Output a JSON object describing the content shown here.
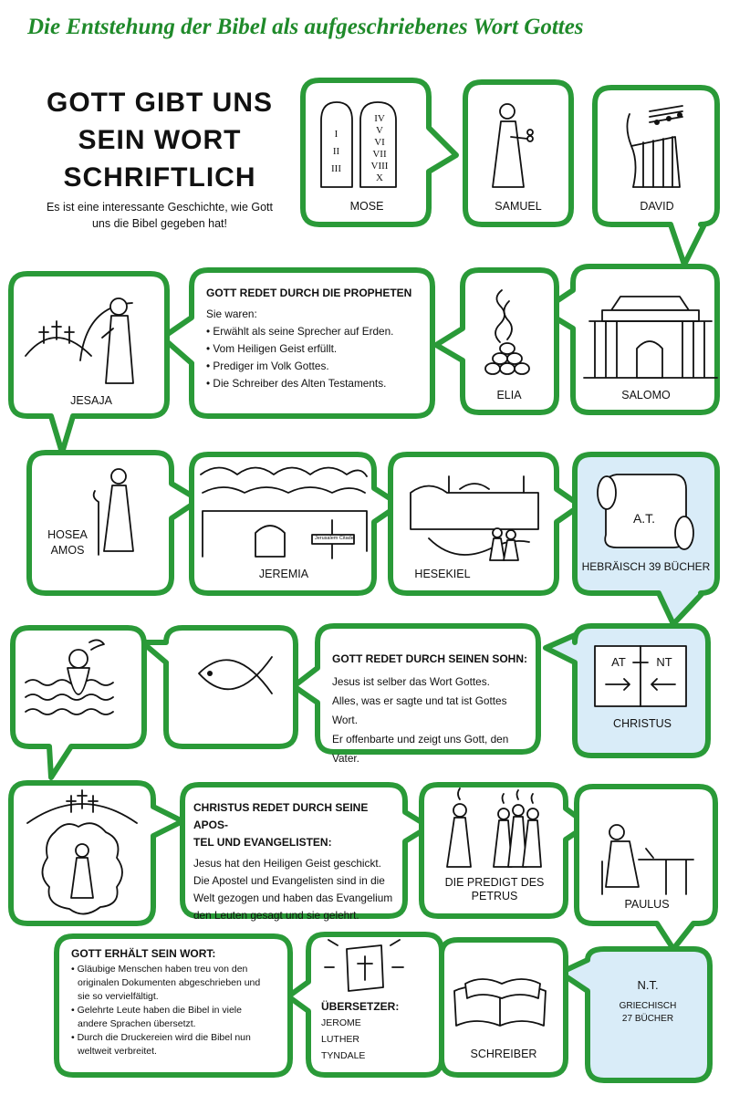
{
  "header": {
    "title": "Die Entstehung der Bibel als aufgeschriebenes Wort Gottes",
    "main_title": [
      "GOTT GIBT UNS",
      "SEIN WORT",
      "SCHRIFTLICH"
    ],
    "subtitle": [
      "Es ist eine interessante Geschichte, wie Gott",
      "uns die Bibel gegeben hat!"
    ]
  },
  "labels": {
    "mose": "MOSE",
    "samuel": "SAMUEL",
    "david": "DAVID",
    "salomo": "SALOMO",
    "elia": "ELIA",
    "jesaja": "JESAJA",
    "hosea": "HOSEA",
    "amos": "AMOS",
    "jeremia": "JEREMIA",
    "hesekiel": "HESEKIEL",
    "at_box_top": "A.T.",
    "at_box_bottom": "HEBRÄISCH 39 BÜCHER",
    "christus": "CHRISTUS",
    "at": "AT",
    "nt": "NT",
    "predigt_1": "DIE PREDIGT DES",
    "predigt_2": "PETRUS",
    "paulus": "PAULUS",
    "nt_box_top": "N.T.",
    "nt_box_mid": "GRIECHISCH",
    "nt_box_bottom": "27 BÜCHER",
    "schreiber": "SCHREIBER",
    "signpost": "Jerusalem Citadel",
    "tablet_left": [
      "I",
      "II",
      "III"
    ],
    "tablet_right": [
      "IV",
      "V",
      "VI",
      "VII",
      "VIII",
      "X"
    ]
  },
  "propheten": {
    "heading": "GOTT REDET DURCH DIE PROPHETEN",
    "intro": "Sie waren:",
    "items": [
      "Erwählt als seine Sprecher auf Erden.",
      "Vom Heiligen Geist erfüllt.",
      "Prediger im Volk Gottes.",
      "Die Schreiber des Alten Testaments."
    ]
  },
  "sohn": {
    "heading": "GOTT REDET DURCH SEINEN SOHN:",
    "items": [
      "Jesus ist selber das Wort Gottes.",
      "Alles, was er sagte und tat ist Gottes Wort.",
      "Er offenbarte und zeigt uns Gott, den Vater."
    ]
  },
  "apostel": {
    "heading": [
      "CHRISTUS REDET DURCH SEINE APOS-",
      "TEL UND EVANGELISTEN:"
    ],
    "body": [
      "Jesus hat den Heiligen Geist geschickt.",
      "Die Apostel und Evangelisten sind in die",
      "Welt gezogen und haben das Evangelium",
      "den Leuten gesagt und sie gelehrt."
    ]
  },
  "erhaelt": {
    "heading": "GOTT ERHÄLT SEIN WORT:",
    "items": [
      [
        "Gläubige Menschen haben treu von den",
        "originalen Dokumenten abgeschrieben und",
        "sie so vervielfältigt."
      ],
      [
        "Gelehrte Leute haben die Bibel in viele",
        "andere Sprachen übersetzt."
      ],
      [
        "Durch die Druckereien wird die Bibel nun",
        "weltweit verbreitet."
      ]
    ]
  },
  "uebersetzer": {
    "heading": "ÜBERSETZER:",
    "names": [
      "JEROME",
      "LUTHER",
      "TYNDALE"
    ]
  },
  "colors": {
    "frame": "#2a9a38",
    "title": "#1f8a2a",
    "highlight": "#d9ecf8",
    "ink": "#111111"
  }
}
